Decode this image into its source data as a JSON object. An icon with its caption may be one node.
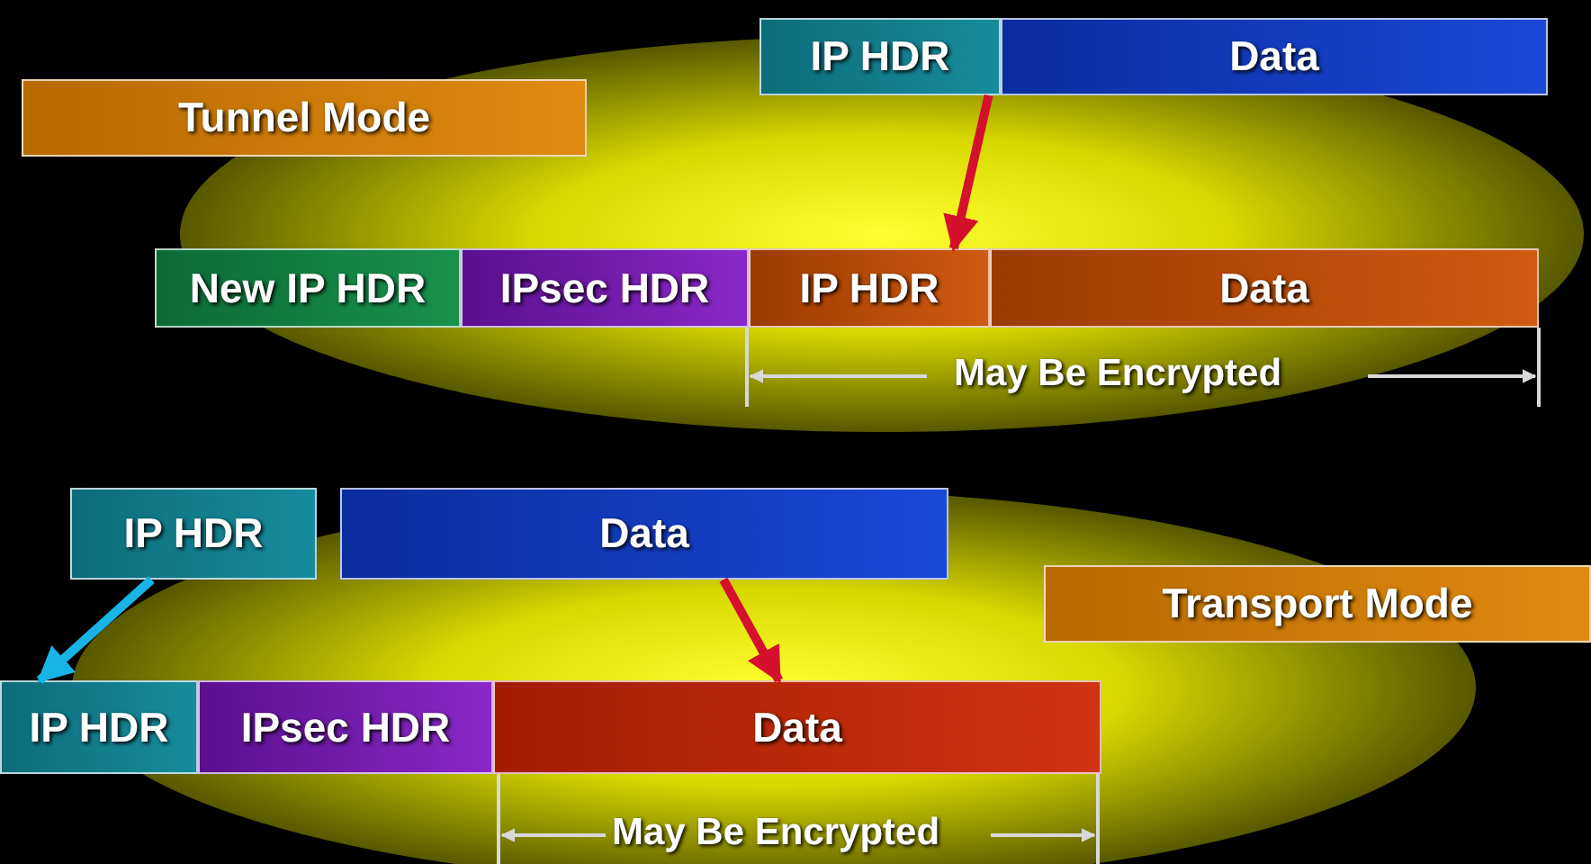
{
  "diagram": {
    "nodes": [
      {
        "text": [
          "Tunnel Mode"
        ]
      },
      {
        "text": [
          "IP HDR"
        ]
      },
      {
        "text": [
          "Data"
        ]
      },
      {
        "text": [
          "New IP HDR"
        ]
      },
      {
        "text": [
          "IPsec HDR"
        ]
      },
      {
        "text": [
          "IP HDR"
        ]
      },
      {
        "text": [
          "Data"
        ]
      },
      {
        "text": [
          "IP HDR"
        ]
      },
      {
        "text": [
          "Data"
        ]
      },
      {
        "text": [
          "Transport Mode"
        ]
      },
      {
        "text": [
          "IP HDR"
        ]
      },
      {
        "text": [
          "IPsec HDR"
        ]
      },
      {
        "text": [
          "Data"
        ]
      }
    ],
    "edges": [
      {
        "from": 1,
        "to": 5,
        "arrow": "to"
      },
      {
        "from": 7,
        "to": 10,
        "arrow": "to",
        "color": "#19b4e6"
      },
      {
        "from": 8,
        "to": 12,
        "arrow": "to"
      }
    ],
    "labels": [
      "May Be Encrypted",
      "May Be Encrypted"
    ]
  }
}
